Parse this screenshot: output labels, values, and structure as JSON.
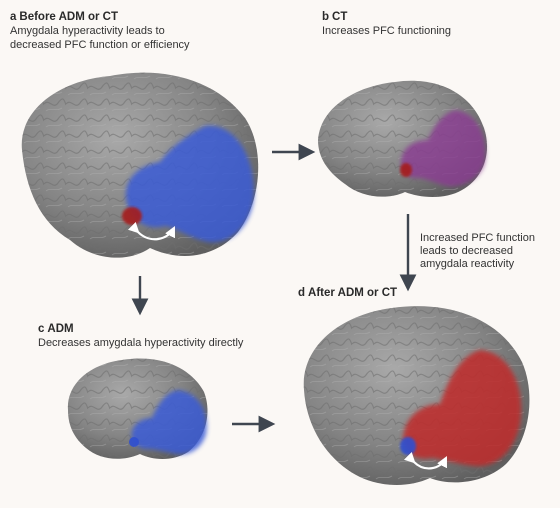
{
  "panels": {
    "a": {
      "letter": "a",
      "heading": "Before ADM or CT",
      "desc_line1": "Amygdala hyperactivity leads to",
      "desc_line2": "decreased PFC function or efficiency"
    },
    "b": {
      "letter": "b",
      "heading": "CT",
      "desc_line1": "Increases PFC functioning"
    },
    "c": {
      "letter": "c",
      "heading": "ADM",
      "desc_line1": "Decreases amygdala hyperactivity directly"
    },
    "d": {
      "letter": "d",
      "heading": "After ADM or CT"
    }
  },
  "arrow_b_to_d_text": {
    "line1": "Increased PFC function",
    "line2": "leads to decreased",
    "line3": "amygdala reactivity"
  },
  "colors": {
    "brain": "#8a8a8a",
    "pfc_blue": "#3b5bd6",
    "pfc_purple": "#8a3a92",
    "pfc_red": "#c02a2a",
    "amygdala_red": "#a51f1f",
    "amygdala_blue": "#2f4fd0",
    "arrow": "#3f4650"
  }
}
